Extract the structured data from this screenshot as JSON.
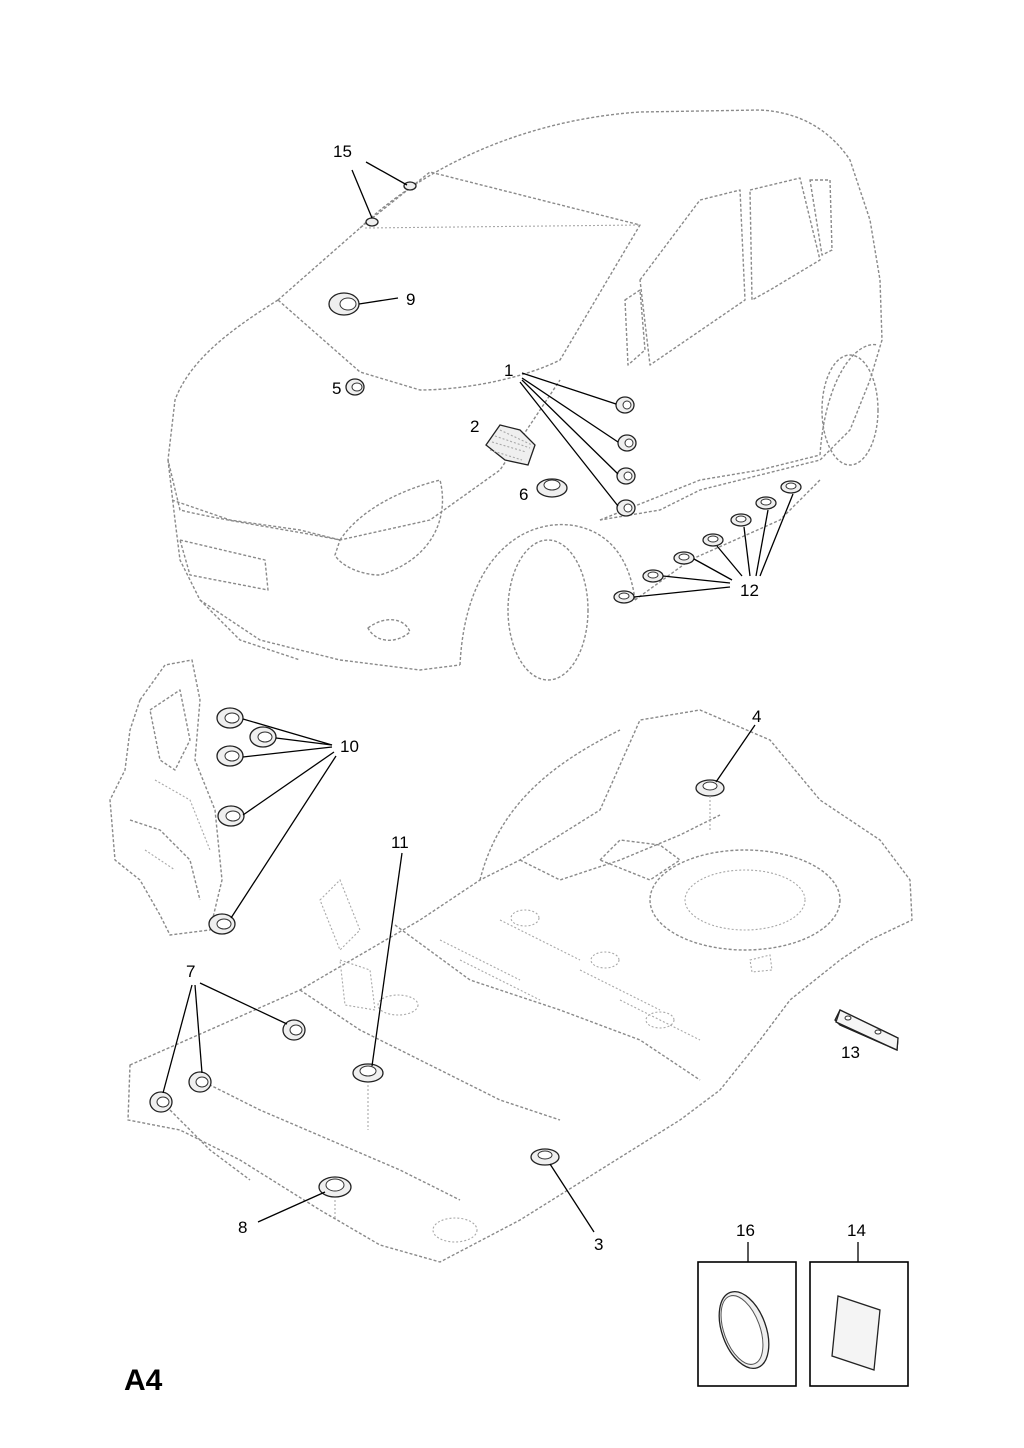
{
  "page_code": "A4",
  "callouts": {
    "c1": "1",
    "c2": "2",
    "c3": "3",
    "c4": "4",
    "c5": "5",
    "c6": "6",
    "c7": "7",
    "c8": "8",
    "c9": "9",
    "c10": "10",
    "c11": "11",
    "c12": "12",
    "c13": "13",
    "c14": "14",
    "c15": "15",
    "c16": "16"
  }
}
